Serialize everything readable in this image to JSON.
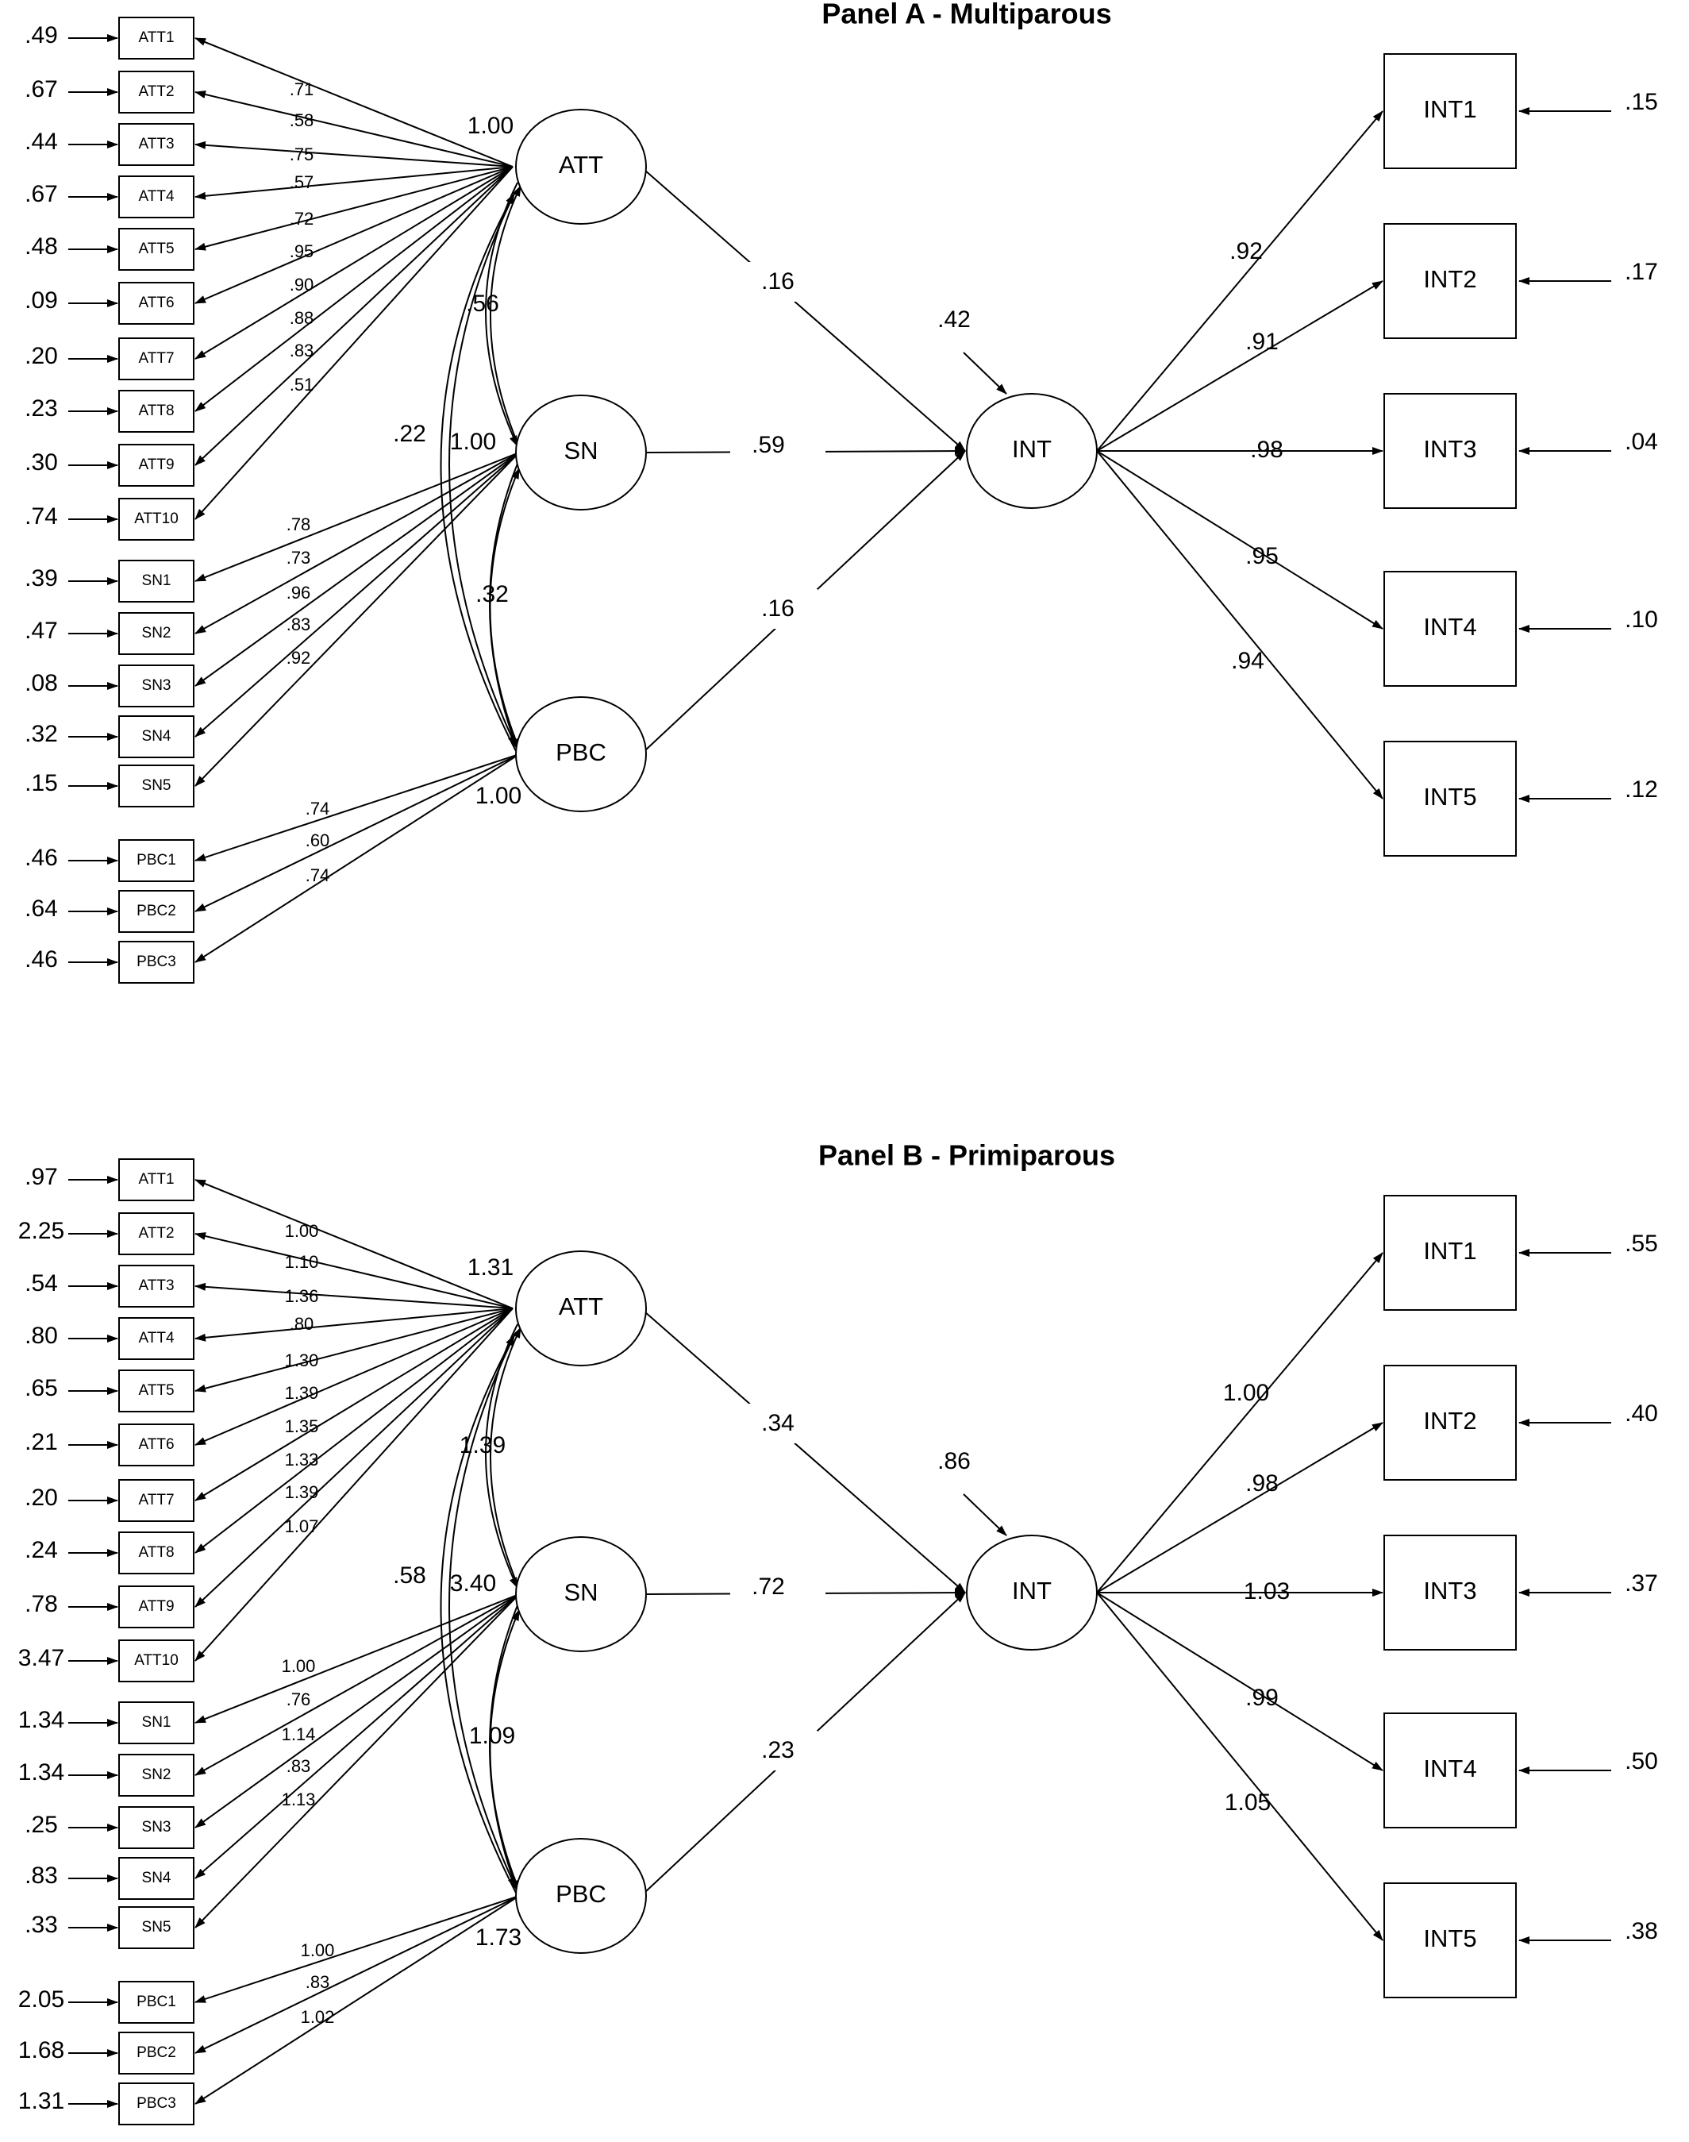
{
  "panels": [
    {
      "title": "Panel A - Multiparous",
      "latents": {
        "att": "ATT",
        "sn": "SN",
        "pbc": "PBC",
        "int": "INT"
      },
      "att_items": [
        {
          "label": "ATT1",
          "error": ".49",
          "loading": ".71"
        },
        {
          "label": "ATT2",
          "error": ".67",
          "loading": ".58"
        },
        {
          "label": "ATT3",
          "error": ".44",
          "loading": ".75"
        },
        {
          "label": "ATT4",
          "error": ".67",
          "loading": ".57"
        },
        {
          "label": "ATT5",
          "error": ".48",
          "loading": ".72"
        },
        {
          "label": "ATT6",
          "error": ".09",
          "loading": ".95"
        },
        {
          "label": "ATT7",
          "error": ".20",
          "loading": ".90"
        },
        {
          "label": "ATT8",
          "error": ".23",
          "loading": ".88"
        },
        {
          "label": "ATT9",
          "error": ".30",
          "loading": ".83"
        },
        {
          "label": "ATT10",
          "error": ".74",
          "loading": ".51"
        }
      ],
      "sn_items": [
        {
          "label": "SN1",
          "error": ".39",
          "loading": ".78"
        },
        {
          "label": "SN2",
          "error": ".47",
          "loading": ".73"
        },
        {
          "label": "SN3",
          "error": ".08",
          "loading": ".96"
        },
        {
          "label": "SN4",
          "error": ".32",
          "loading": ".83"
        },
        {
          "label": "SN5",
          "error": ".15",
          "loading": ".92"
        }
      ],
      "pbc_items": [
        {
          "label": "PBC1",
          "error": ".46",
          "loading": ".74"
        },
        {
          "label": "PBC2",
          "error": ".64",
          "loading": ".60"
        },
        {
          "label": "PBC3",
          "error": ".46",
          "loading": ".74"
        }
      ],
      "int_items": [
        {
          "label": "INT1",
          "error": ".15",
          "loading": ".92"
        },
        {
          "label": "INT2",
          "error": ".17",
          "loading": ".91"
        },
        {
          "label": "INT3",
          "error": ".04",
          "loading": ".98"
        },
        {
          "label": "INT4",
          "error": ".10",
          "loading": ".95"
        },
        {
          "label": "INT5",
          "error": ".12",
          "loading": ".94"
        }
      ],
      "variances": {
        "att": "1.00",
        "sn": "1.00",
        "pbc": "1.00"
      },
      "covariances": {
        "att_sn": ".56",
        "att_pbc": ".22",
        "sn_pbc": ".32"
      },
      "paths": {
        "att_int": ".16",
        "sn_int": ".59",
        "pbc_int": ".16"
      },
      "int_residual": ".42"
    },
    {
      "title": "Panel B - Primiparous",
      "latents": {
        "att": "ATT",
        "sn": "SN",
        "pbc": "PBC",
        "int": "INT"
      },
      "att_items": [
        {
          "label": "ATT1",
          "error": ".97",
          "loading": "1.00"
        },
        {
          "label": "ATT2",
          "error": "2.25",
          "loading": "1.10"
        },
        {
          "label": "ATT3",
          "error": ".54",
          "loading": "1.36"
        },
        {
          "label": "ATT4",
          "error": ".80",
          "loading": ".80"
        },
        {
          "label": "ATT5",
          "error": ".65",
          "loading": "1.30"
        },
        {
          "label": "ATT6",
          "error": ".21",
          "loading": "1.39"
        },
        {
          "label": "ATT7",
          "error": ".20",
          "loading": "1.35"
        },
        {
          "label": "ATT8",
          "error": ".24",
          "loading": "1.33"
        },
        {
          "label": "ATT9",
          "error": ".78",
          "loading": "1.39"
        },
        {
          "label": "ATT10",
          "error": "3.47",
          "loading": "1.07"
        }
      ],
      "sn_items": [
        {
          "label": "SN1",
          "error": "1.34",
          "loading": "1.00"
        },
        {
          "label": "SN2",
          "error": "1.34",
          "loading": ".76"
        },
        {
          "label": "SN3",
          "error": ".25",
          "loading": "1.14"
        },
        {
          "label": "SN4",
          "error": ".83",
          "loading": ".83"
        },
        {
          "label": "SN5",
          "error": ".33",
          "loading": "1.13"
        }
      ],
      "pbc_items": [
        {
          "label": "PBC1",
          "error": "2.05",
          "loading": "1.00"
        },
        {
          "label": "PBC2",
          "error": "1.68",
          "loading": ".83"
        },
        {
          "label": "PBC3",
          "error": "1.31",
          "loading": "1.02"
        }
      ],
      "int_items": [
        {
          "label": "INT1",
          "error": ".55",
          "loading": "1.00"
        },
        {
          "label": "INT2",
          "error": ".40",
          "loading": ".98"
        },
        {
          "label": "INT3",
          "error": ".37",
          "loading": "1.03"
        },
        {
          "label": "INT4",
          "error": ".50",
          "loading": ".99"
        },
        {
          "label": "INT5",
          "error": ".38",
          "loading": "1.05"
        }
      ],
      "variances": {
        "att": "1.31",
        "sn": "3.40",
        "pbc": "1.73"
      },
      "covariances": {
        "att_sn": "1.39",
        "att_pbc": ".58",
        "sn_pbc": "1.09"
      },
      "paths": {
        "att_int": ".34",
        "sn_int": ".72",
        "pbc_int": ".23"
      },
      "int_residual": ".86"
    }
  ]
}
